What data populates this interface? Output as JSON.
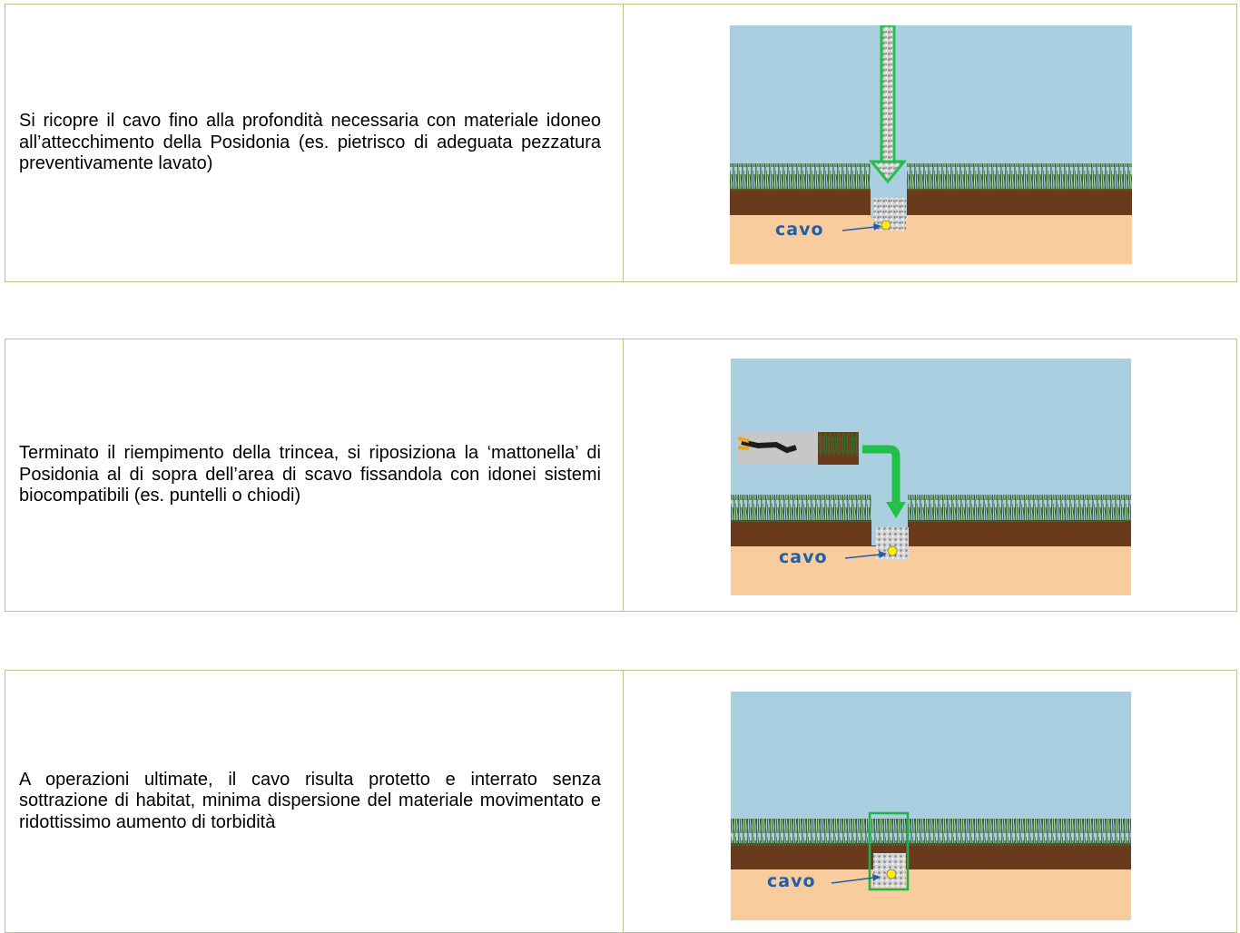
{
  "colors": {
    "border": "#b7c98a",
    "water": "#a9cfe0",
    "sand": "#f8cc9c",
    "soil": "#6a3a1c",
    "grass": "#3d6a2c",
    "gravel": "#c8c8c8",
    "arrow_green": "#22c04a",
    "label_blue": "#1f5fa8",
    "cable_yellow": "#ffee00"
  },
  "steps": [
    {
      "text": "Si ricopre il cavo fino alla profondità necessaria con materiale idoneo all’attecchimento della Posidonia (es. pietrisco di adeguata pezzatura preventivamente lavato)",
      "cable_label": "cavo"
    },
    {
      "text": "Terminato il riempimento della trincea, si riposiziona la ‘mattonella’ di Posidonia al di sopra dell’area di scavo fissandola con idonei sistemi biocompatibili (es. puntelli o chiodi)",
      "cable_label": "cavo"
    },
    {
      "text": "A operazioni ultimate, il cavo risulta protetto e interrato senza sottrazione di habitat, minima dispersione del materiale movimentato e ridottissimo aumento di torbidità",
      "cable_label": "cavo"
    }
  ]
}
